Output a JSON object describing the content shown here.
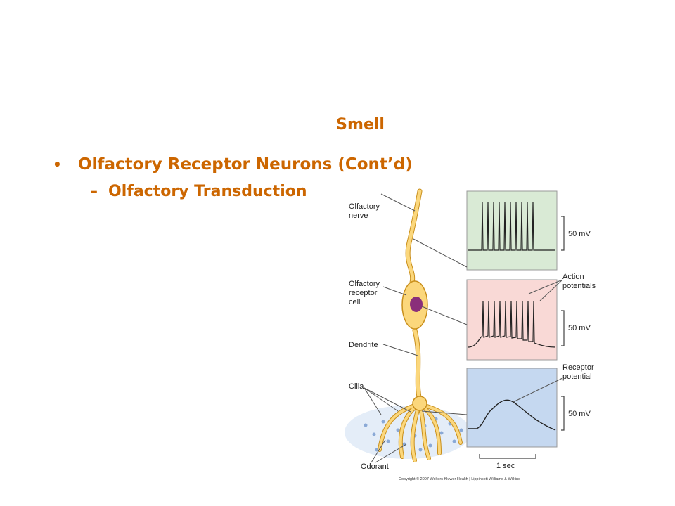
{
  "slide": {
    "title": "Smell",
    "bullet_marker": "•",
    "bullet": "Olfactory Receptor Neurons (Cont’d)",
    "sub_marker": "–",
    "sub_bullet": "Olfactory Transduction"
  },
  "figure": {
    "labels": {
      "olfactory_nerve": [
        "Olfactory",
        "nerve"
      ],
      "receptor_cell": [
        "Olfactory",
        "receptor",
        "cell"
      ],
      "dendrite": "Dendrite",
      "cilia": "Cilia",
      "odorant": "Odorant",
      "action_potentials": [
        "Action",
        "potentials"
      ],
      "receptor_potential": [
        "Receptor",
        "potential"
      ]
    },
    "scale_mv": "50 mV",
    "time_scale": "1 sec",
    "copyright": "Copyright © 2007 Wolters Kluwer Health | Lippincott Williams & Wilkins",
    "panel_colors": {
      "top": "#d9ead5",
      "middle": "#f9d9d6",
      "bottom": "#c5d8f0"
    },
    "cell_color": "#fbd77c",
    "nucleus_color": "#8a2f7a"
  }
}
